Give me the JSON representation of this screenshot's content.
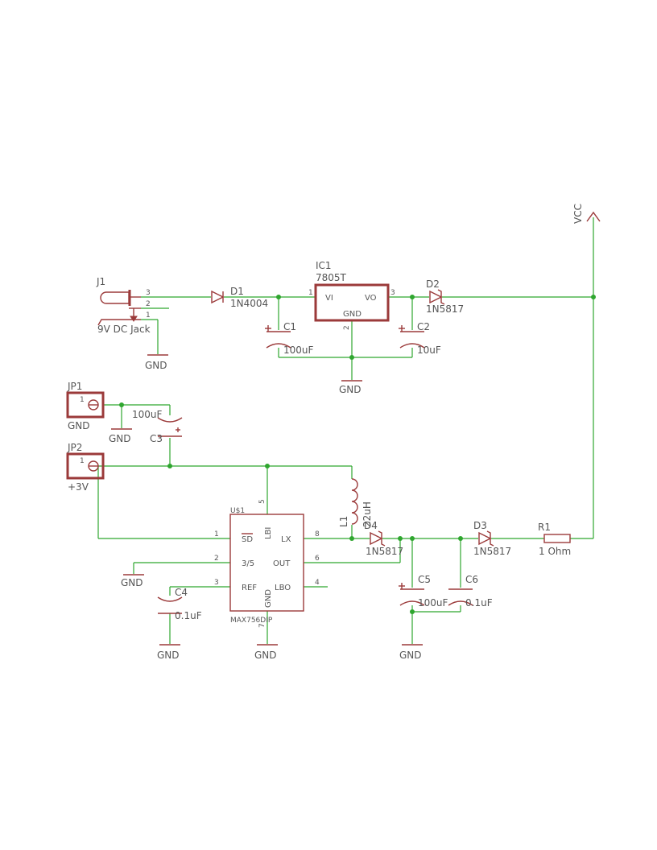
{
  "parts": {
    "j1": {
      "name": "J1",
      "value": "9V DC Jack",
      "pins": [
        "3",
        "2",
        "1"
      ]
    },
    "d1": {
      "name": "D1",
      "value": "1N4004"
    },
    "ic1": {
      "name": "IC1",
      "value": "7805T",
      "pin_in": "VI",
      "pin_out": "VO",
      "pin_gnd": "GND",
      "pin1": "1",
      "pin2": "2",
      "pin3": "3"
    },
    "d2": {
      "name": "D2",
      "value": "1N5817"
    },
    "c1": {
      "name": "C1",
      "value": "100uF"
    },
    "c2": {
      "name": "C2",
      "value": "10uF"
    },
    "jp1": {
      "name": "JP1",
      "pin": "1",
      "label": "GND"
    },
    "jp2": {
      "name": "JP2",
      "pin": "1",
      "label": "+3V"
    },
    "c3": {
      "name": "C3",
      "value": "100uF"
    },
    "l1": {
      "name": "L1",
      "value": "22uH"
    },
    "u1": {
      "name": "U$1",
      "value": "MAX756DIP",
      "pin_sd": "SD",
      "pin_35": "3/5",
      "pin_ref": "REF",
      "pin_lbi": "LBI",
      "pin_lx": "LX",
      "pin_out": "OUT",
      "pin_lbo": "LBO",
      "pin_gnd": "GND",
      "pin1": "1",
      "pin2": "2",
      "pin3": "3",
      "pin4": "4",
      "pin5": "5",
      "pin6": "6",
      "pin7": "7",
      "pin8": "8"
    },
    "d4": {
      "name": "D4",
      "value": "1N5817"
    },
    "d3": {
      "name": "D3",
      "value": "1N5817"
    },
    "r1": {
      "name": "R1",
      "value": "1 Ohm"
    },
    "c4": {
      "name": "C4",
      "value": "0.1uF"
    },
    "c5": {
      "name": "C5",
      "value": "100uF"
    },
    "c6": {
      "name": "C6",
      "value": "0.1uF"
    }
  },
  "supply": {
    "vcc": "VCC",
    "gnd": "GND"
  },
  "colors": {
    "wire": "#2fa62f",
    "part": "#9b3a3a",
    "text": "#555555",
    "junction": "#2fa62f"
  }
}
